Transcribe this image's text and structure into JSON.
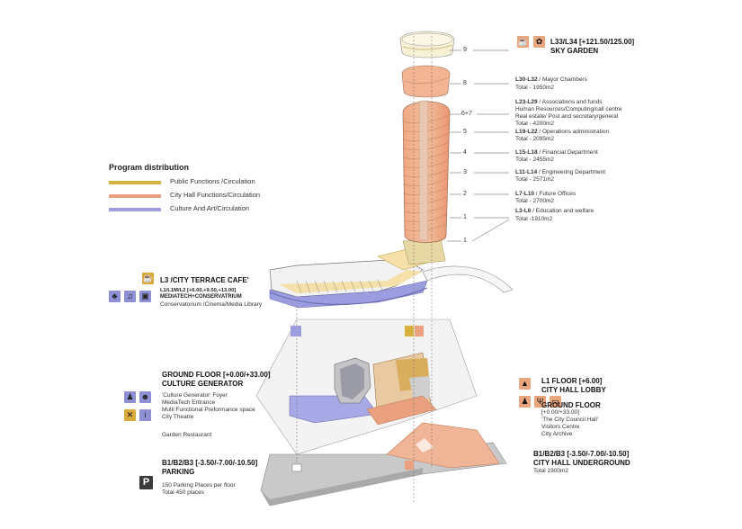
{
  "colors": {
    "public": "#d8b040",
    "city_hall": "#eaa07e",
    "culture": "#9c9de0",
    "building_gray": "#d4d4d4",
    "building_light": "#ececec",
    "line": "#555555"
  },
  "legend": {
    "title": "Program distribution",
    "items": [
      {
        "label": "Public Functions /Circulation",
        "color": "#d8b040"
      },
      {
        "label": "City Hall Functions/Circulation",
        "color": "#eaa07e"
      },
      {
        "label": "Culture And Art/Circulation",
        "color": "#9c9de0"
      }
    ]
  },
  "tower_levels": [
    {
      "num": "9",
      "title": "L33/L34 [+121.50/125.00]",
      "sub": "SKY GARDEN"
    },
    {
      "num": "8",
      "title": "L30-L32",
      "desc": " / Mayor Chambers",
      "detail": "Total - 1950m2"
    },
    {
      "num": "6+7",
      "title": "L23-L29",
      "desc": " / Associations and funds",
      "detail_lines": [
        "Human Resources/Computing/call centre",
        "Real estate/ Post and secretary/general",
        "Total - 4200m2"
      ]
    },
    {
      "num": "5",
      "title": "L19-L22",
      "desc": " / Operations administration",
      "detail": "Total - 2095m2"
    },
    {
      "num": "4",
      "title": "L15-L18",
      "desc": " / Financial Department",
      "detail": "Total - 2455m2"
    },
    {
      "num": "3",
      "title": "L11-L14",
      "desc": " / Engineering Department",
      "detail": "Total - 2571m2"
    },
    {
      "num": "2",
      "title": "L7-L10",
      "desc": " / Future Offices",
      "detail": "Total - 2700m2"
    },
    {
      "num": "1",
      "title": "L3-L6",
      "desc": " / Education and welfare",
      "detail": "Total -1910m2"
    },
    {
      "num": "1"
    }
  ],
  "l3_block": {
    "title": "L3 /CITY TERRACE CAFE'",
    "levels": "L1/L1M/L2 [+6.00,+9.50,+13.00]",
    "sub": "MEDIATECH+CONSERVATRIUM",
    "desc": "Conservatorium /Cinema/Media Library"
  },
  "ground_block": {
    "title": "GROUND FLOOR [+0.00/+33.00]",
    "sub": "CULTURE GENERATOR",
    "lines": [
      "'Culture Generator' Foyer",
      "MediaTech Entrance",
      "Multi Functional Preformance space",
      "City Theatre"
    ],
    "extra": "Garden Restaurant"
  },
  "parking_block": {
    "title": "B1/B2/B3 [-3.50/-7.00/-10.50]",
    "sub": "PARKING",
    "lines": [
      "150 Parking Places per floor",
      "Total 450 places"
    ],
    "icon_letter": "P"
  },
  "l1_block": {
    "title": "L1 FLOOR [+6.00]",
    "sub": "CITY HALL LOBBY"
  },
  "ground_right_block": {
    "title": "GROUND FLOOR",
    "levels": "[+0.00/+33.00]",
    "lines": [
      "'The City Council Hall'",
      "Visitors Centre",
      "City Archive"
    ]
  },
  "underground_block": {
    "title": "B1/B2/B3 [-3.50/-7.00/-10.50]",
    "sub": "CITY HALL UNDERGROUND",
    "detail": "Total 1900m2"
  },
  "icons": {
    "sky_garden": [
      "cafe-icon",
      "plant-icon"
    ],
    "l3_cafe": [
      "cafe-icon"
    ],
    "culture": [
      "theatre-icon",
      "cinema-icon",
      "computer-icon"
    ],
    "ground_left": [
      "people-icon",
      "theatre-masks-icon",
      "restaurant-icon",
      "info-icon"
    ],
    "lobby": [
      "elevator-icon"
    ],
    "council": [
      "people-icon",
      "gavel-icon",
      "archive-icon"
    ]
  }
}
